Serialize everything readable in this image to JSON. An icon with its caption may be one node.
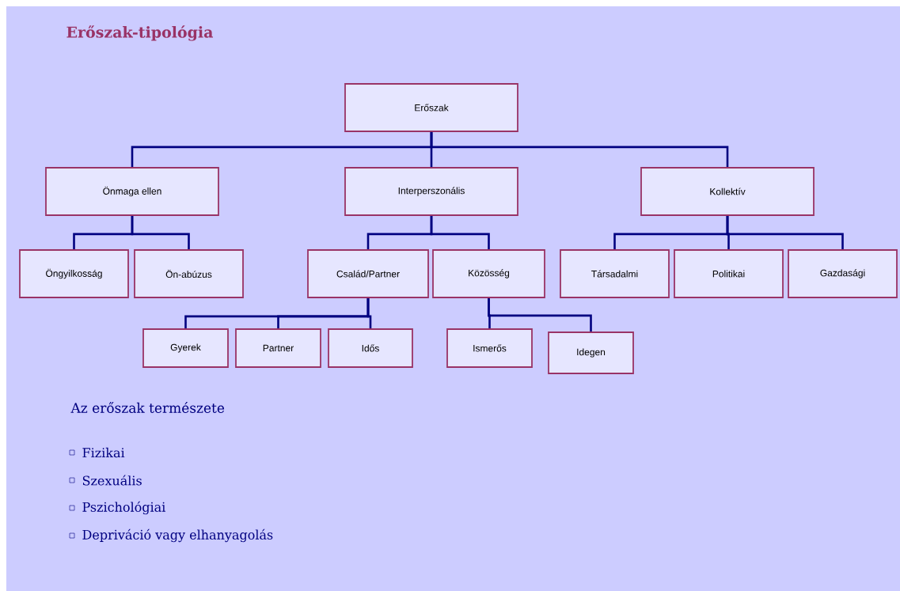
{
  "diagram": {
    "title": "Erőszak-tipológia",
    "nodes": [
      {
        "text": [
          "Erőszak"
        ]
      },
      {
        "text": [
          "Önmaga ellen"
        ]
      },
      {
        "text": [
          "Interperszonális"
        ]
      },
      {
        "text": [
          "Kollektív"
        ]
      },
      {
        "text": [
          "Öngyilkosság"
        ]
      },
      {
        "text": [
          "Ön-abúzus"
        ]
      },
      {
        "text": [
          "Család/Partner"
        ]
      },
      {
        "text": [
          "Közösség"
        ]
      },
      {
        "text": [
          "Társadalmi"
        ]
      },
      {
        "text": [
          "Politikai"
        ]
      },
      {
        "text": [
          "Gazdasági"
        ]
      },
      {
        "text": [
          "Gyerek"
        ]
      },
      {
        "text": [
          "Partner"
        ]
      },
      {
        "text": [
          "Idős"
        ]
      },
      {
        "text": [
          "Ismerős"
        ]
      },
      {
        "text": [
          "Idegen"
        ]
      }
    ],
    "edges": [
      {
        "from": 0,
        "to": 1,
        "arrow": "none"
      },
      {
        "from": 0,
        "to": 2,
        "arrow": "none"
      },
      {
        "from": 0,
        "to": 3,
        "arrow": "none"
      },
      {
        "from": 1,
        "to": 4,
        "arrow": "none"
      },
      {
        "from": 1,
        "to": 5,
        "arrow": "none"
      },
      {
        "from": 2,
        "to": 6,
        "arrow": "none"
      },
      {
        "from": 2,
        "to": 7,
        "arrow": "none"
      },
      {
        "from": 3,
        "to": 8,
        "arrow": "none"
      },
      {
        "from": 3,
        "to": 9,
        "arrow": "none"
      },
      {
        "from": 3,
        "to": 10,
        "arrow": "none"
      },
      {
        "from": 6,
        "to": 11,
        "arrow": "none"
      },
      {
        "from": 6,
        "to": 12,
        "arrow": "none"
      },
      {
        "from": 6,
        "to": 13,
        "arrow": "none"
      },
      {
        "from": 7,
        "to": 14,
        "arrow": "none"
      },
      {
        "from": 7,
        "to": 15,
        "arrow": "none"
      }
    ],
    "labels": [
      "Az erőszak természete",
      "Fizikai",
      "Szexuális",
      "Pszichológiai",
      "Depriváció vagy elhanyagolás"
    ]
  }
}
